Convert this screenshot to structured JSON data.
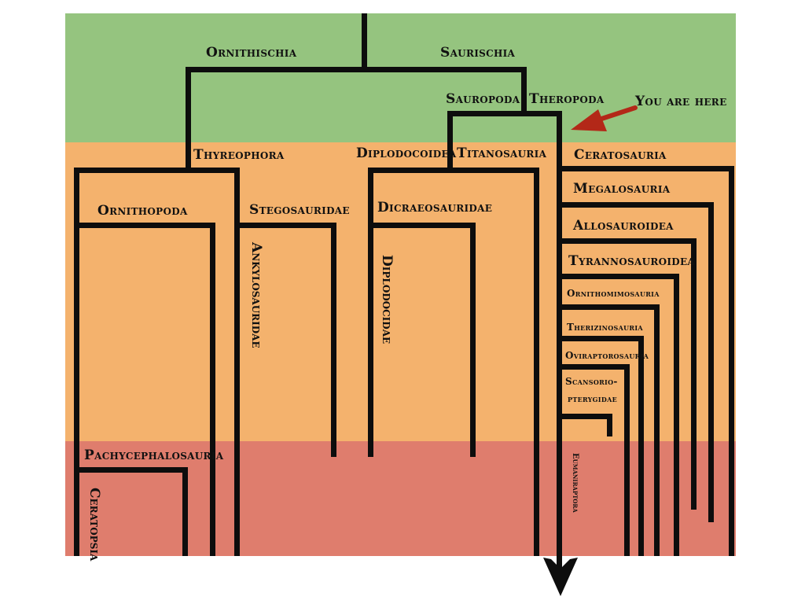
{
  "colors": {
    "top_band": "#95c47f",
    "middle_band": "#f4b26d",
    "bottom_band": "#df7d6d",
    "lines": "#0d0d0d",
    "pointer_arrow": "#b32818"
  },
  "labels": {
    "ornithischia": "Ornithischia",
    "saurischia": "Saurischia",
    "sauropoda": "Sauropoda",
    "theropoda": "Theropoda",
    "you_are_here": "You are here",
    "thyreophora": "Thyreophora",
    "diplodocoidea": "Diplodocoidea",
    "titanosauria": "Titanosauria",
    "ceratosauria": "Ceratosauria",
    "megalosauria": "Megalosauria",
    "allosauroidea": "Allosauroidea",
    "tyrannosauroidea": "Tyrannosauroidea",
    "ornithomimosauria": "Ornithomimosauria",
    "therizinosauria": "Therizinosauria",
    "oviraptorosauria": "Oviraptorosauria",
    "scansoriopterygidae_1": "Scansorio-",
    "scansoriopterygidae_2": "pterygidae",
    "ornithopoda": "Ornithopoda",
    "stegosauridae": "Stegosauridae",
    "ankylosauridae": "Ankylosauridae",
    "dicraeosauridae": "Dicraeosauridae",
    "diplodocidae": "Diplodocidae",
    "pachycephalosauria": "Pachycephalosauria",
    "ceratopsia": "Ceratopsia",
    "eumaniraptora": "Eumaniraptora"
  },
  "icons": {
    "you_are_here_pointer": "left-pointing-arrow-icon",
    "lineage_continues": "down-arrow-icon"
  }
}
